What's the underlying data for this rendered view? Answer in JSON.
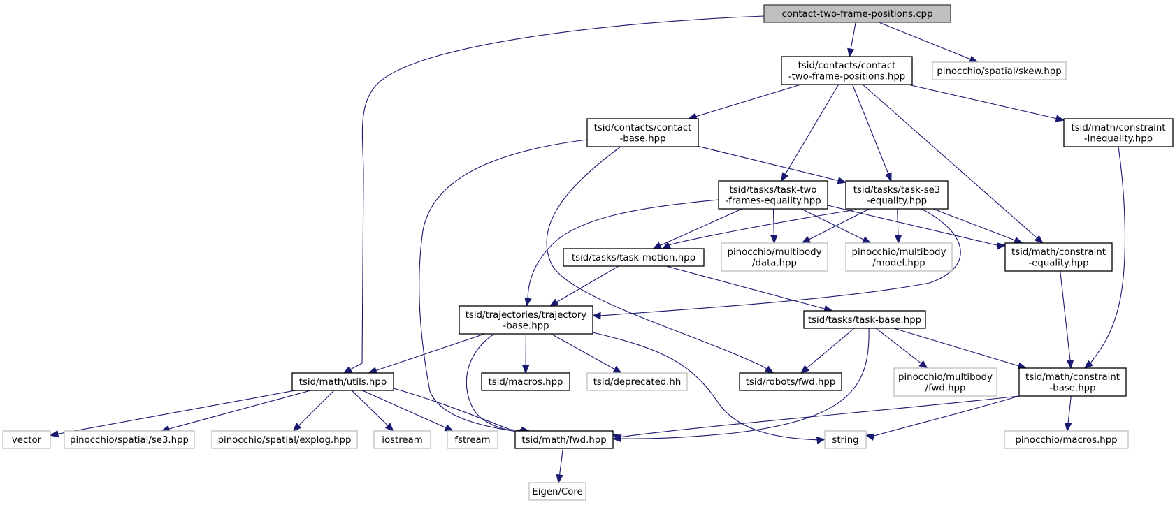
{
  "diagram": {
    "title": "Include dependency graph for contact-two-frame-positions.cpp",
    "colors": {
      "edge": "#191970",
      "root_fill": "#bfbfbf",
      "internal_border": "#000000",
      "external_border": "#bfbfbf"
    },
    "nodes": [
      {
        "id": "root",
        "kind": "root",
        "lines": [
          "contact-two-frame-positions.cpp"
        ]
      },
      {
        "id": "ctfp_hpp",
        "kind": "internal",
        "lines": [
          "tsid/contacts/contact",
          "-two-frame-positions.hpp"
        ]
      },
      {
        "id": "skew",
        "kind": "external",
        "lines": [
          "pinocchio/spatial/skew.hpp"
        ]
      },
      {
        "id": "contact_base",
        "kind": "internal",
        "lines": [
          "tsid/contacts/contact",
          "-base.hpp"
        ]
      },
      {
        "id": "cineq",
        "kind": "internal",
        "lines": [
          "tsid/math/constraint",
          "-inequality.hpp"
        ]
      },
      {
        "id": "task_two",
        "kind": "internal",
        "lines": [
          "tsid/tasks/task-two",
          "-frames-equality.hpp"
        ]
      },
      {
        "id": "task_se3",
        "kind": "internal",
        "lines": [
          "tsid/tasks/task-se3",
          "-equality.hpp"
        ]
      },
      {
        "id": "task_motion",
        "kind": "internal",
        "lines": [
          "tsid/tasks/task-motion.hpp"
        ]
      },
      {
        "id": "mb_data",
        "kind": "external",
        "lines": [
          "pinocchio/multibody",
          "/data.hpp"
        ]
      },
      {
        "id": "mb_model",
        "kind": "external",
        "lines": [
          "pinocchio/multibody",
          "/model.hpp"
        ]
      },
      {
        "id": "ceq",
        "kind": "internal",
        "lines": [
          "tsid/math/constraint",
          "-equality.hpp"
        ]
      },
      {
        "id": "traj_base",
        "kind": "internal",
        "lines": [
          "tsid/trajectories/trajectory",
          "-base.hpp"
        ]
      },
      {
        "id": "task_base",
        "kind": "internal",
        "lines": [
          "tsid/tasks/task-base.hpp"
        ]
      },
      {
        "id": "utils",
        "kind": "internal",
        "lines": [
          "tsid/math/utils.hpp"
        ]
      },
      {
        "id": "macros",
        "kind": "internal",
        "lines": [
          "tsid/macros.hpp"
        ]
      },
      {
        "id": "deprecated",
        "kind": "external",
        "lines": [
          "tsid/deprecated.hh"
        ]
      },
      {
        "id": "robots_fwd",
        "kind": "internal",
        "lines": [
          "tsid/robots/fwd.hpp"
        ]
      },
      {
        "id": "mb_fwd",
        "kind": "external",
        "lines": [
          "pinocchio/multibody",
          "/fwd.hpp"
        ]
      },
      {
        "id": "cbase",
        "kind": "internal",
        "lines": [
          "tsid/math/constraint",
          "-base.hpp"
        ]
      },
      {
        "id": "vector",
        "kind": "external",
        "lines": [
          "vector"
        ]
      },
      {
        "id": "se3",
        "kind": "external",
        "lines": [
          "pinocchio/spatial/se3.hpp"
        ]
      },
      {
        "id": "explog",
        "kind": "external",
        "lines": [
          "pinocchio/spatial/explog.hpp"
        ]
      },
      {
        "id": "iostream",
        "kind": "external",
        "lines": [
          "iostream"
        ]
      },
      {
        "id": "fstream",
        "kind": "external",
        "lines": [
          "fstream"
        ]
      },
      {
        "id": "math_fwd",
        "kind": "internal",
        "lines": [
          "tsid/math/fwd.hpp"
        ]
      },
      {
        "id": "string",
        "kind": "external",
        "lines": [
          "string"
        ]
      },
      {
        "id": "pin_macros",
        "kind": "external",
        "lines": [
          "pinocchio/macros.hpp"
        ]
      },
      {
        "id": "eigen",
        "kind": "external",
        "lines": [
          "Eigen/Core"
        ]
      }
    ],
    "edges": [
      {
        "from": "root",
        "to": "ctfp_hpp"
      },
      {
        "from": "root",
        "to": "skew"
      },
      {
        "from": "root",
        "to": "utils"
      },
      {
        "from": "ctfp_hpp",
        "to": "contact_base"
      },
      {
        "from": "ctfp_hpp",
        "to": "task_two"
      },
      {
        "from": "ctfp_hpp",
        "to": "task_se3"
      },
      {
        "from": "ctfp_hpp",
        "to": "ceq"
      },
      {
        "from": "ctfp_hpp",
        "to": "cineq"
      },
      {
        "from": "contact_base",
        "to": "task_se3"
      },
      {
        "from": "contact_base",
        "to": "math_fwd"
      },
      {
        "from": "contact_base",
        "to": "robots_fwd"
      },
      {
        "from": "task_two",
        "to": "task_motion"
      },
      {
        "from": "task_two",
        "to": "traj_base"
      },
      {
        "from": "task_two",
        "to": "mb_data"
      },
      {
        "from": "task_two",
        "to": "mb_model"
      },
      {
        "from": "task_two",
        "to": "ceq"
      },
      {
        "from": "task_se3",
        "to": "task_motion"
      },
      {
        "from": "task_se3",
        "to": "traj_base"
      },
      {
        "from": "task_se3",
        "to": "mb_data"
      },
      {
        "from": "task_se3",
        "to": "mb_model"
      },
      {
        "from": "task_se3",
        "to": "ceq"
      },
      {
        "from": "task_motion",
        "to": "traj_base"
      },
      {
        "from": "task_motion",
        "to": "task_base"
      },
      {
        "from": "cineq",
        "to": "cbase"
      },
      {
        "from": "ceq",
        "to": "cbase"
      },
      {
        "from": "traj_base",
        "to": "utils"
      },
      {
        "from": "traj_base",
        "to": "math_fwd"
      },
      {
        "from": "traj_base",
        "to": "macros"
      },
      {
        "from": "traj_base",
        "to": "deprecated"
      },
      {
        "from": "traj_base",
        "to": "string"
      },
      {
        "from": "task_base",
        "to": "robots_fwd"
      },
      {
        "from": "task_base",
        "to": "math_fwd"
      },
      {
        "from": "task_base",
        "to": "mb_fwd"
      },
      {
        "from": "task_base",
        "to": "cbase"
      },
      {
        "from": "cbase",
        "to": "math_fwd"
      },
      {
        "from": "cbase",
        "to": "string"
      },
      {
        "from": "cbase",
        "to": "pin_macros"
      },
      {
        "from": "utils",
        "to": "vector"
      },
      {
        "from": "utils",
        "to": "se3"
      },
      {
        "from": "utils",
        "to": "explog"
      },
      {
        "from": "utils",
        "to": "iostream"
      },
      {
        "from": "utils",
        "to": "fstream"
      },
      {
        "from": "utils",
        "to": "math_fwd"
      },
      {
        "from": "math_fwd",
        "to": "eigen"
      }
    ]
  }
}
